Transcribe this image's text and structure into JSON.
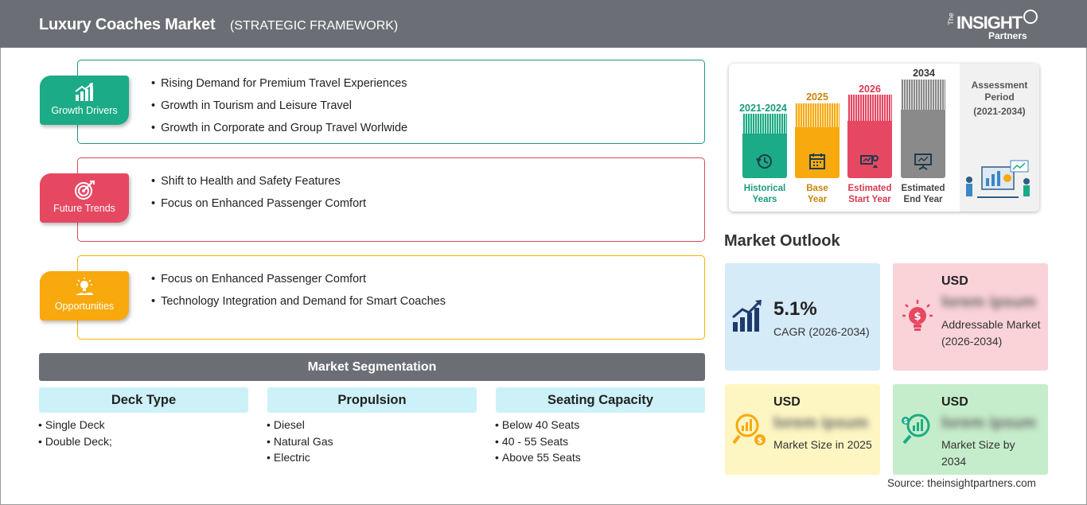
{
  "header": {
    "title": "Luxury Coaches Market",
    "subtitle": "(STRATEGIC FRAMEWORK)",
    "logo_the": "The",
    "logo_insight": "INSIGHT",
    "logo_partners": "Partners"
  },
  "framework": {
    "growth_drivers": {
      "label": "Growth Drivers",
      "items": [
        "Rising Demand for Premium Travel Experiences",
        "Growth in Tourism and Leisure Travel",
        "Growth in Corporate and Group Travel Worlwide"
      ]
    },
    "future_trends": {
      "label": "Future Trends",
      "items": [
        "Shift to Health and Safety Features",
        "Focus on Enhanced Passenger Comfort"
      ]
    },
    "opportunities": {
      "label": "Opportunities",
      "items": [
        "Focus on Enhanced Passenger Comfort",
        "Technology Integration and Demand for Smart Coaches"
      ]
    }
  },
  "segmentation": {
    "title": "Market Segmentation",
    "columns": [
      {
        "header": "Deck Type",
        "items": [
          "Single Deck",
          "Double Deck;"
        ]
      },
      {
        "header": "Propulsion",
        "items": [
          "Diesel",
          "Natural Gas",
          "Electric"
        ]
      },
      {
        "header": "Seating Capacity",
        "items": [
          "Below 40 Seats",
          "40 - 55 Seats",
          "Above 55 Seats"
        ]
      }
    ]
  },
  "timeline": {
    "historical": {
      "year": "2021-2024",
      "label_line1": "Historical",
      "label_line2": "Years",
      "color": "#1bab86"
    },
    "base": {
      "year": "2025",
      "label_line1": "Base",
      "label_line2": "Year",
      "color": "#f7a90d"
    },
    "start": {
      "year": "2026",
      "label_line1": "Estimated",
      "label_line2": "Start Year",
      "color": "#e64862"
    },
    "end": {
      "year": "2034",
      "label_line1": "Estimated",
      "label_line2": "End Year",
      "color": "#8a8a8a"
    },
    "assessment_label_line1": "Assessment",
    "assessment_label_line2": "Period",
    "assessment_period": "(2021-2034)"
  },
  "outlook": {
    "title": "Market Outlook",
    "cagr": {
      "value": "5.1%",
      "label": "CAGR (2026-2034)"
    },
    "addressable": {
      "currency": "USD",
      "value": "lorem ipsum",
      "label": "Addressable Market (2026-2034)"
    },
    "size_2025": {
      "currency": "USD",
      "value": "lorem ipsum",
      "label": "Market Size in 2025"
    },
    "size_2034": {
      "currency": "USD",
      "value": "lorem ipsum",
      "label": "Market Size by 2034"
    }
  },
  "source": "Source: theinsightpartners.com"
}
